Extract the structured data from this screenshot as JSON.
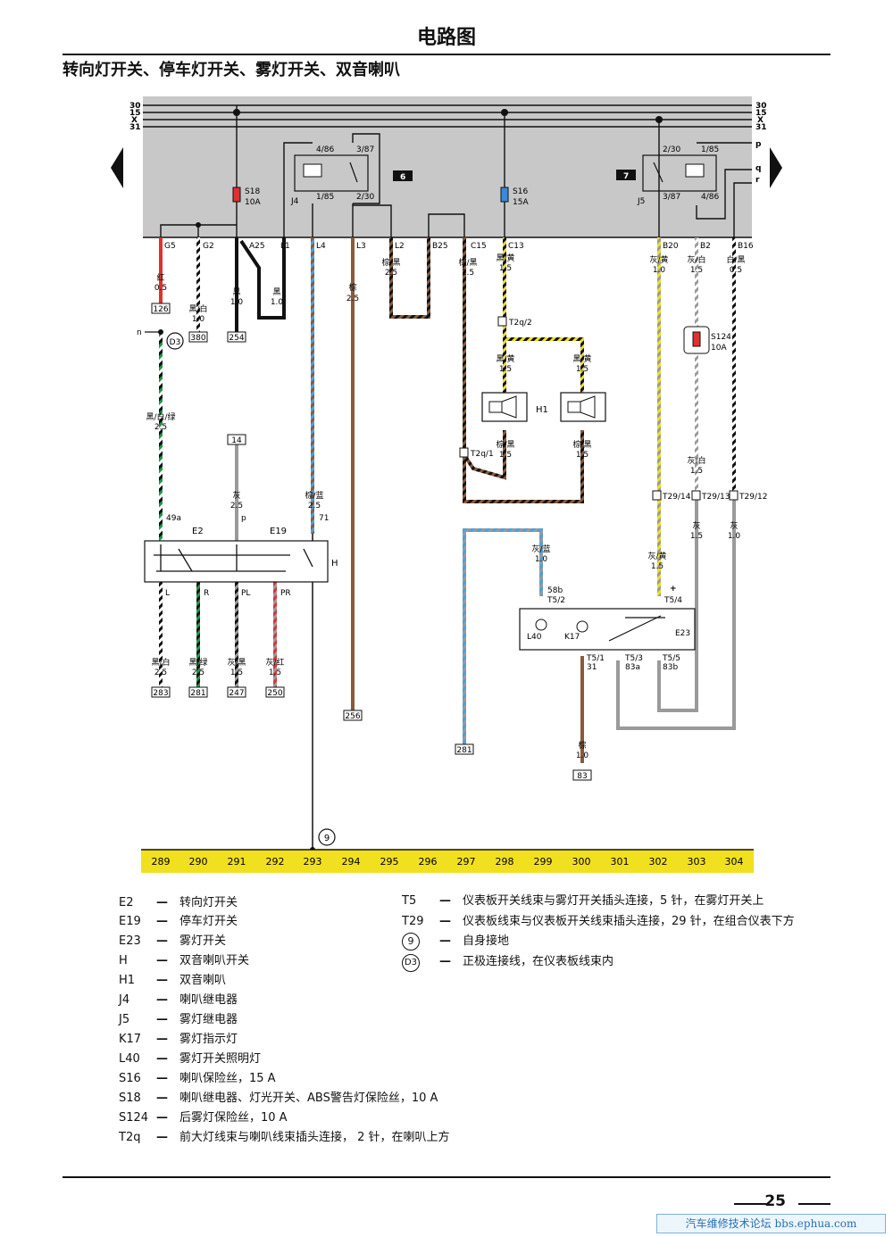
{
  "header": {
    "title": "电路图",
    "subtitle": "转向灯开关、停车灯开关、雾灯开关、双音喇叭"
  },
  "diagram": {
    "rails": [
      "30",
      "15",
      "X",
      "31"
    ],
    "edge_labels": [
      "p",
      "q",
      "r"
    ],
    "relay_numbers": [
      "6",
      "7"
    ],
    "relay_j4": {
      "name": "J4",
      "pins": [
        "4/86",
        "3/87",
        "1/85",
        "2/30"
      ]
    },
    "relay_j5": {
      "name": "J5",
      "pins": [
        "2/30",
        "1/85",
        "3/87",
        "4/86"
      ]
    },
    "fuse_s18": {
      "name": "S18",
      "rating": "10A"
    },
    "fuse_s16": {
      "name": "S16",
      "rating": "15A"
    },
    "fuse_s124": {
      "name": "S124",
      "rating": "10A"
    },
    "terminals": [
      "G5",
      "G2",
      "A25",
      "L1",
      "L4",
      "L3",
      "L2",
      "B25",
      "C15",
      "C13",
      "B20",
      "B2",
      "B16"
    ],
    "wires": [
      {
        "color": "红",
        "size": "0.5"
      },
      {
        "color": "黑/白",
        "size": "1.0"
      },
      {
        "color": "黑",
        "size": "1.0"
      },
      {
        "color": "黑",
        "size": "1.0"
      },
      {
        "color": "棕",
        "size": "2.5"
      },
      {
        "color": "棕/黑",
        "size": "2.5"
      },
      {
        "color": "棕/黑",
        "size": "1.5"
      },
      {
        "color": "黑/黄",
        "size": "1.5"
      },
      {
        "color": "灰/黄",
        "size": "1.0"
      },
      {
        "color": "灰/白",
        "size": "1.5"
      },
      {
        "color": "白/黑",
        "size": "0.5"
      },
      {
        "color": "黑/黄",
        "size": "1.5"
      },
      {
        "color": "黑/黄",
        "size": "1.5"
      },
      {
        "color": "棕/黑",
        "size": "1.5"
      },
      {
        "color": "棕/黑",
        "size": "1.5"
      },
      {
        "color": "黑/白/绿",
        "size": "2.5"
      },
      {
        "color": "灰",
        "size": "2.5"
      },
      {
        "color": "棕/蓝",
        "size": "2.5"
      },
      {
        "color": "灰/白",
        "size": "1.5"
      },
      {
        "color": "灰",
        "size": "1.5"
      },
      {
        "color": "灰",
        "size": "1.0"
      },
      {
        "color": "灰/蓝",
        "size": "1.0"
      },
      {
        "color": "灰/黄",
        "size": "1.5"
      },
      {
        "color": "黑/白",
        "size": "2.5"
      },
      {
        "color": "黑/绿",
        "size": "2.5"
      },
      {
        "color": "灰/黑",
        "size": "1.5"
      },
      {
        "color": "灰/红",
        "size": "1.5"
      },
      {
        "color": "棕",
        "size": "1.0"
      }
    ],
    "refs": [
      "126",
      "380",
      "254",
      "256",
      "14",
      "283",
      "281",
      "247",
      "250",
      "281",
      "83"
    ],
    "connectors": [
      "T2q/2",
      "T2q/1",
      "T29/14",
      "T29/13",
      "T29/12",
      "T5/2",
      "T5/4",
      "T5/1",
      "T5/3",
      "T5/5"
    ],
    "pin_labels": [
      "58b",
      "+",
      "31",
      "83a",
      "83b",
      "49a",
      "p",
      "71",
      "L",
      "R",
      "PL",
      "PR",
      "n"
    ],
    "components": {
      "e2": "E2",
      "e19": "E19",
      "h": "H",
      "h1": "H1",
      "d3": "D3",
      "e23": "E23",
      "l40": "L40",
      "k17": "K17",
      "ground": "9"
    },
    "grid": [
      "289",
      "290",
      "291",
      "292",
      "293",
      "294",
      "295",
      "296",
      "297",
      "298",
      "299",
      "300",
      "301",
      "302",
      "303",
      "304"
    ]
  },
  "legend_left": [
    {
      "code": "E2",
      "text": "转向灯开关"
    },
    {
      "code": "E19",
      "text": "停车灯开关"
    },
    {
      "code": "E23",
      "text": "雾灯开关"
    },
    {
      "code": "H",
      "text": "双音喇叭开关"
    },
    {
      "code": "H1",
      "text": "双音喇叭"
    },
    {
      "code": "J4",
      "text": "喇叭继电器"
    },
    {
      "code": "J5",
      "text": "雾灯继电器"
    },
    {
      "code": "K17",
      "text": "雾灯指示灯"
    },
    {
      "code": "L40",
      "text": "雾灯开关照明灯"
    },
    {
      "code": "S16",
      "text": "喇叭保险丝，15 A"
    },
    {
      "code": "S18",
      "text": "喇叭继电器、灯光开关、ABS警告灯保险丝，10 A"
    },
    {
      "code": "S124",
      "text": "后雾灯保险丝，10 A"
    },
    {
      "code": "T2q",
      "text": "前大灯线束与喇叭线束插头连接， 2 针，在喇叭上方"
    }
  ],
  "legend_right": [
    {
      "code": "T5",
      "text": "仪表板开关线束与雾灯开关插头连接，5 针，在雾灯开关上"
    },
    {
      "code": "T29",
      "text": "仪表板线束与仪表板开关线束插头连接，29 针，在组合仪表下方"
    },
    {
      "code": "9",
      "text": "自身接地"
    },
    {
      "code": "D3",
      "text": "正极连接线，在仪表板线束内"
    }
  ],
  "dash": "—",
  "footer": {
    "page": "25",
    "watermark": "汽车维修技术论坛 bbs.ephua.com"
  }
}
